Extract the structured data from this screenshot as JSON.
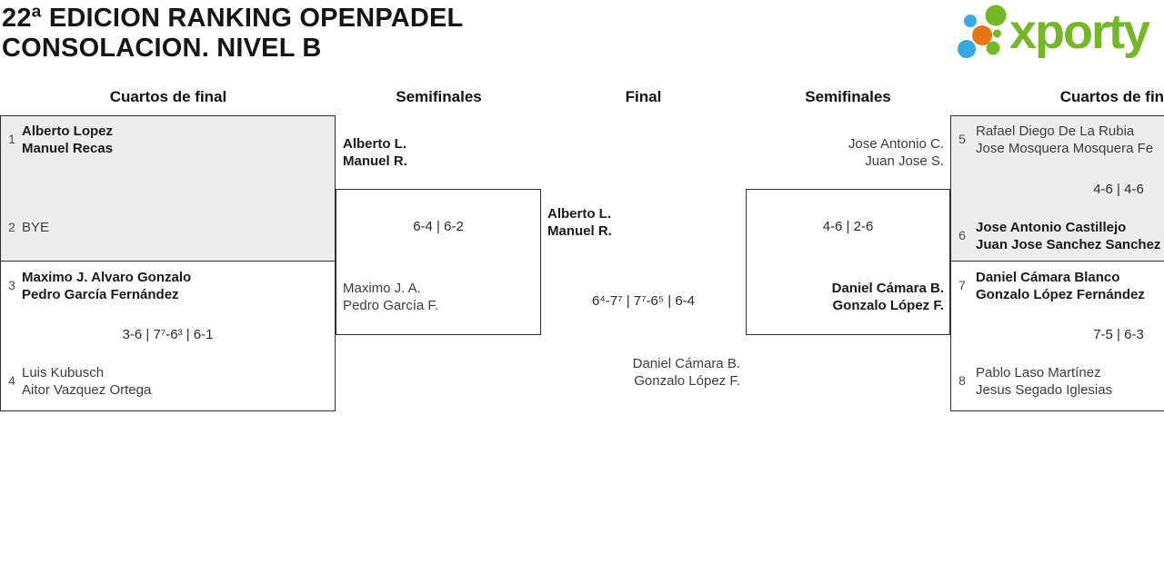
{
  "header": {
    "title_line1": "22ª EDICION RANKING OPENPADEL",
    "title_line2": "CONSOLACION. NIVEL B",
    "logo_text": "xporty"
  },
  "rounds": {
    "qf_left": "Cuartos de final",
    "sf_left": "Semifinales",
    "final": "Final",
    "sf_right": "Semifinales",
    "qf_right": "Cuartos de final"
  },
  "matches": {
    "qf1": {
      "seed_top": "1",
      "top1": "Alberto Lopez",
      "top2": "Manuel Recas",
      "seed_bottom": "2",
      "bottom1": "BYE"
    },
    "qf2": {
      "seed_top": "3",
      "top1": "Maximo J. Alvaro Gonzalo",
      "top2": "Pedro García Fernández",
      "score": "3-6 | 7⁷-6³ | 6-1",
      "seed_bottom": "4",
      "bottom1": "Luis Kubusch",
      "bottom2": "Aitor Vazquez Ortega"
    },
    "sf_left": {
      "top1": "Alberto L.",
      "top2": "Manuel R.",
      "score": "6-4 | 6-2",
      "bottom1": "Maximo J. A.",
      "bottom2": "Pedro García F."
    },
    "final": {
      "top1": "Alberto L.",
      "top2": "Manuel R.",
      "score": "6⁴-7⁷ | 7⁷-6⁵ | 6-4",
      "bottom1": "Daniel Cámara B.",
      "bottom2": "Gonzalo López F."
    },
    "sf_right": {
      "top1": "Jose Antonio C.",
      "top2": "Juan Jose S.",
      "score": "4-6 | 2-6",
      "bottom1": "Daniel Cámara B.",
      "bottom2": "Gonzalo López F."
    },
    "qf3": {
      "seed_top": "5",
      "top1": "Rafael Diego De La Rubia",
      "top2": "Jose Mosquera Mosquera Fe",
      "score": "4-6 | 4-6",
      "seed_bottom": "6",
      "bottom1": "Jose Antonio Castillejo",
      "bottom2": "Juan Jose Sanchez Sanchez"
    },
    "qf4": {
      "seed_top": "7",
      "top1": "Daniel Cámara Blanco",
      "top2": "Gonzalo López Fernández",
      "score": "7-5 | 6-3",
      "seed_bottom": "8",
      "bottom1": "Pablo Laso Martínez",
      "bottom2": "Jesus Segado Iglesias"
    }
  },
  "colors": {
    "logo_green": "#76b729",
    "logo_orange": "#e87511",
    "logo_blue": "#36a9e1",
    "box_shade": "#ededed",
    "box_border": "#2f2f2f"
  }
}
